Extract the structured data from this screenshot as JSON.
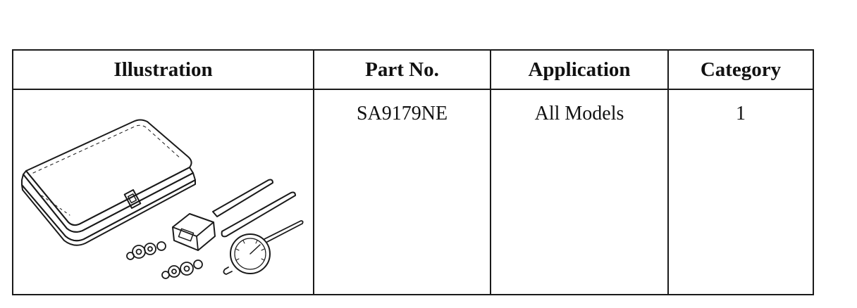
{
  "table": {
    "headers": {
      "illustration": "Illustration",
      "part_no": "Part No.",
      "application": "Application",
      "category": "Category"
    },
    "rows": [
      {
        "illustration": "dial-indicator-kit-illustration",
        "part_no": "SA9179NE",
        "application": "All Models",
        "category": "1"
      }
    ]
  }
}
